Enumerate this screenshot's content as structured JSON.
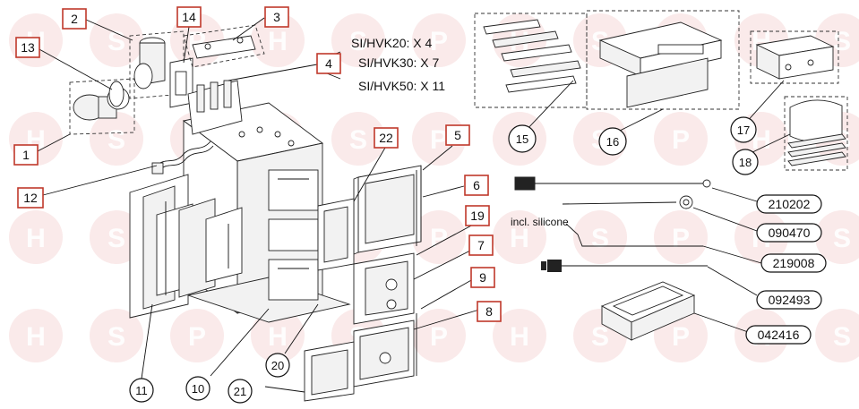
{
  "watermark": {
    "letters": [
      "H",
      "S",
      "P"
    ]
  },
  "model_variants": [
    {
      "text": "SI/HVK20: X 4"
    },
    {
      "text": "SI/HVK30: X 7"
    },
    {
      "text": "SI/HVK50: X 11"
    }
  ],
  "callouts": {
    "c1": "1",
    "c2": "2",
    "c3": "3",
    "c4": "4",
    "c5": "5",
    "c6": "6",
    "c7": "7",
    "c8": "8",
    "c9": "9",
    "c10": "10",
    "c11": "11",
    "c12": "12",
    "c13": "13",
    "c14": "14",
    "c15": "15",
    "c16": "16",
    "c17": "17",
    "c18": "18",
    "c19": "19",
    "c20": "20",
    "c21": "21",
    "c22": "22"
  },
  "part_numbers": {
    "p1": "210202",
    "p2": "090470",
    "p3": "219008",
    "p4": "092493",
    "p5": "042416"
  },
  "notes": {
    "silicone": "incl. silicone"
  }
}
